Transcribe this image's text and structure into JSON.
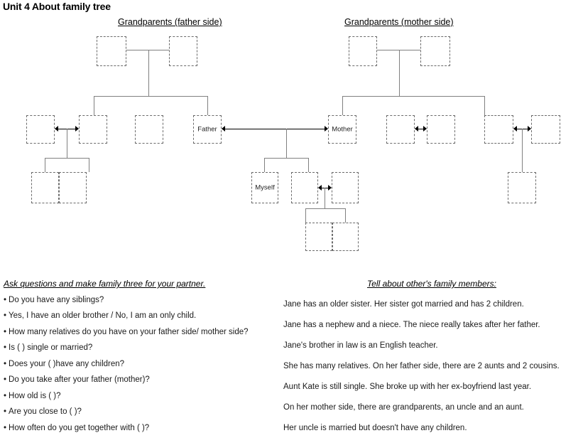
{
  "title": "Unit 4 About family tree",
  "tree": {
    "heading_father": "Grandparents (father side)",
    "heading_mother": "Grandparents (mother side)",
    "labels": {
      "father": "Father",
      "mother": "Mother",
      "myself": "Myself"
    }
  },
  "left_column": {
    "heading": "Ask questions and make family three for your partner.",
    "questions": [
      "Do you have any siblings?",
      "Yes, I have an older brother  / No, I am an only child.",
      "How many relatives do you have on your father side/ mother side?",
      "Is (    ) single or married?",
      "Does your (    )have any children?",
      "Do you take after your father (mother)?",
      "How old is (   )?",
      "Are you close to (   )?",
      "How often do you get together with (    )?"
    ]
  },
  "right_column": {
    "heading": "Tell about other's family members:",
    "statements": [
      "Jane has an older sister. Her sister got married and has 2 children.",
      "Jane has a nephew and a niece.  The niece really takes after her father.",
      "Jane's brother in law is an English teacher.",
      "She has many relatives.  On her father side, there are 2 aunts and 2 cousins.",
      "Aunt Kate is still single.  She broke up with her ex-boyfriend last year.",
      "On her mother side,  there are grandparents, an uncle and an aunt.",
      "Her uncle is married but doesn't have any children."
    ]
  }
}
